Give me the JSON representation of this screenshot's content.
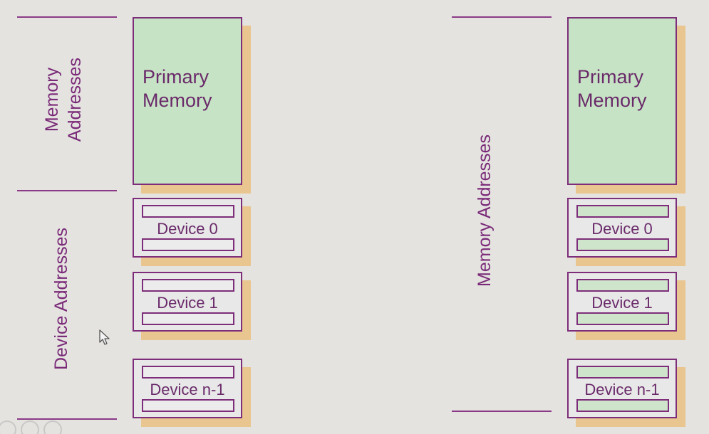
{
  "left_diagram": {
    "memory_axis_label": "Memory\nAddresses",
    "device_axis_label": "Device Addresses",
    "primary_memory_label": "Primary\nMemory",
    "devices": [
      "Device 0",
      "Device 1",
      "Device n-1"
    ]
  },
  "right_diagram": {
    "axis_label": "Memory Addresses",
    "primary_memory_label": "Primary\nMemory",
    "devices": [
      "Device 0",
      "Device 1",
      "Device n-1"
    ]
  },
  "colors": {
    "outline": "#7d2d79",
    "memory_fill": "#c7e3c5",
    "shadow": "#e9c58f",
    "background": "#e4e3e0",
    "text": "#6a2a6a"
  }
}
